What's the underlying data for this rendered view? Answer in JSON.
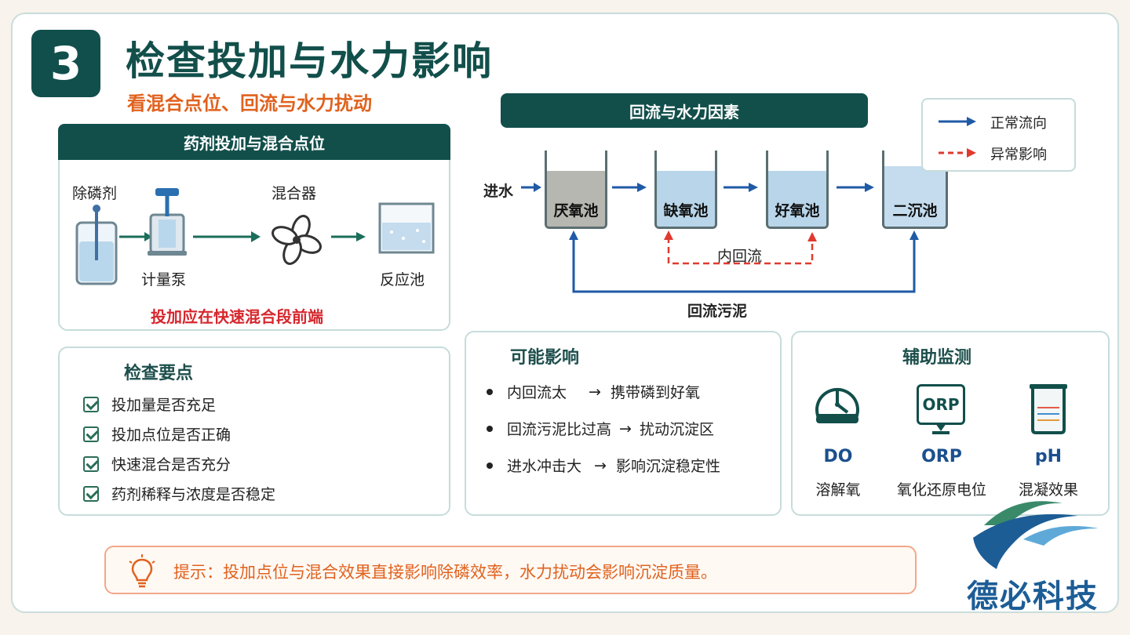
{
  "header": {
    "step_number": "3",
    "title": "检查投加与水力影响",
    "subtitle": "看混合点位、回流与水力扰动"
  },
  "dosing_panel": {
    "title": "药剂投加与混合点位",
    "chemical_label": "除磷剂",
    "pump_label": "计量泵",
    "mixer_label": "混合器",
    "reactor_label": "反应池",
    "note": "投加应在快速混合段前端"
  },
  "flow_panel": {
    "title": "回流与水力因素",
    "inlet_label": "进水",
    "tanks": [
      "厌氧池",
      "缺氧池",
      "好氧池",
      "二沉池"
    ],
    "internal_recycle_label": "内回流",
    "sludge_return_label": "回流污泥",
    "legend": {
      "normal_label": "正常流向",
      "abnormal_label": "异常影响",
      "normal_color": "#1f5aa6",
      "abnormal_color": "#e03a2f"
    }
  },
  "checklist": {
    "title": "检查要点",
    "items": [
      "投加量是否充足",
      "投加点位是否正确",
      "快速混合是否充分",
      "药剂稀释与浓度是否稳定"
    ]
  },
  "impacts": {
    "title": "可能影响",
    "items": [
      {
        "cause": "内回流太",
        "effect": "携带磷到好氧"
      },
      {
        "cause": "回流污泥比过高",
        "effect": "扰动沉淀区"
      },
      {
        "cause": "进水冲击大",
        "effect": "影响沉淀稳定性"
      }
    ]
  },
  "monitoring": {
    "title": "辅助监测",
    "items": [
      {
        "code": "DO",
        "name": "溶解氧",
        "icon": "clock-icon"
      },
      {
        "code": "ORP",
        "name": "氧化还原电位",
        "icon": "orp-monitor-icon",
        "screen_text": "ORP"
      },
      {
        "code": "pH",
        "name": "混凝效果",
        "icon": "beaker-icon"
      }
    ]
  },
  "tip": {
    "text": "提示：投加点位与混合效果直接影响除磷效率，水力扰动会影响沉淀质量。"
  },
  "brand": {
    "name": "德必科技"
  },
  "colors": {
    "primary": "#124f4b",
    "accent_orange": "#e0621e",
    "alert_red": "#d6262d",
    "flow_blue": "#1f5aa6"
  }
}
